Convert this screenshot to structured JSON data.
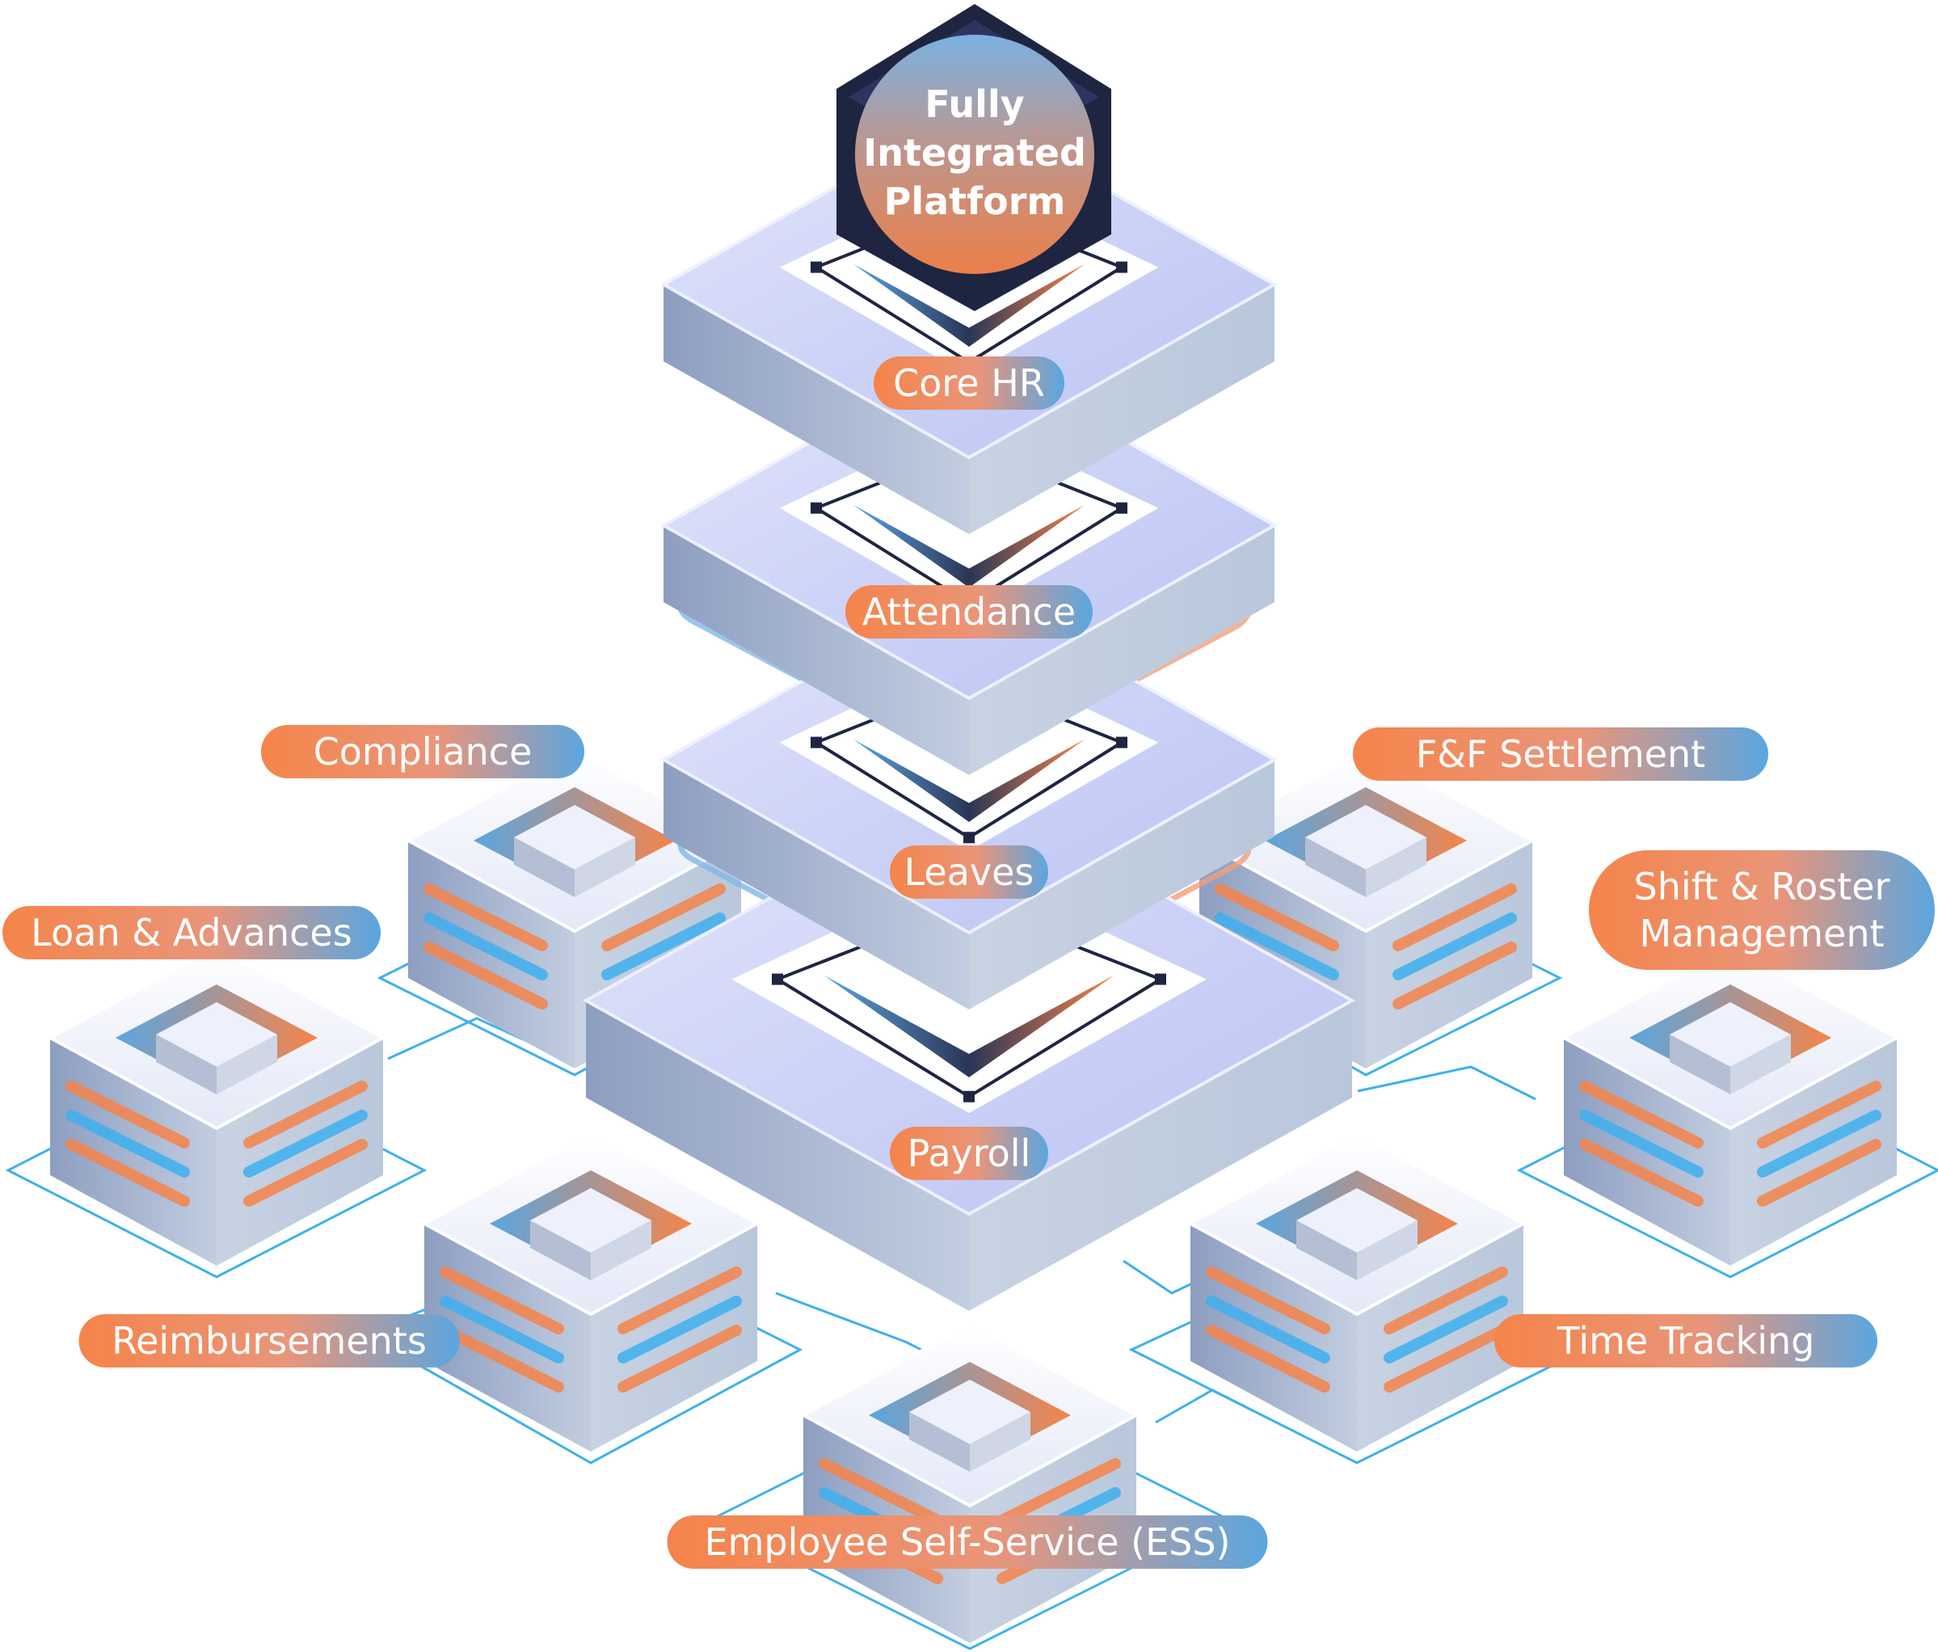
{
  "hub": {
    "lines": [
      "Fully",
      "Integrated",
      "Platform"
    ]
  },
  "layers": [
    {
      "id": "core-hr",
      "label": "Core HR"
    },
    {
      "id": "attendance",
      "label": "Attendance"
    },
    {
      "id": "leaves",
      "label": "Leaves"
    },
    {
      "id": "payroll",
      "label": "Payroll"
    }
  ],
  "modules": [
    {
      "id": "compliance",
      "label": "Compliance"
    },
    {
      "id": "ff-settlement",
      "label": "F&F Settlement"
    },
    {
      "id": "loan-advances",
      "label": "Loan & Advances"
    },
    {
      "id": "shift-roster",
      "label": [
        "Shift & Roster",
        "Management"
      ]
    },
    {
      "id": "reimbursements",
      "label": "Reimbursements"
    },
    {
      "id": "time-tracking",
      "label": "Time Tracking"
    },
    {
      "id": "ess",
      "label": "Employee Self-Service (ESS)"
    }
  ],
  "colors": {
    "orange": "#f5844a",
    "blue": "#5aa6e0",
    "navy": "#1e2540",
    "slab_top": "#c9cff5",
    "line": "#3fb0ef"
  }
}
